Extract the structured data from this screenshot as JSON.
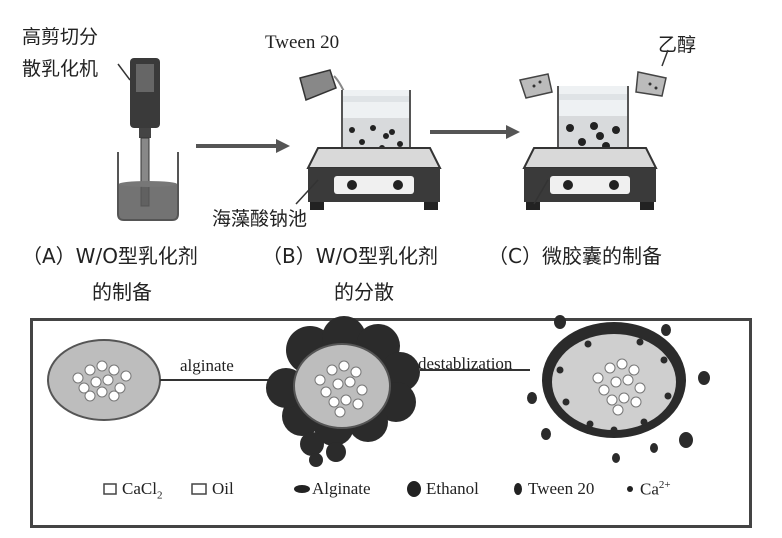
{
  "top": {
    "label_homogenizer_line1": "高剪切分",
    "label_homogenizer_line2": "散乳化机",
    "label_tween": "Tween 20",
    "label_ethanol": "乙醇",
    "label_alginate_pool": "海藻酸钠池",
    "caption_a_line1": "（A）W/O型乳化剂",
    "caption_a_line2": "的制备",
    "caption_b_line1": "（B）W/O型乳化剂",
    "caption_b_line2": "的分散",
    "caption_c_line1": "（C）微胶囊的制备"
  },
  "bottom": {
    "arrow1_label": "alginate",
    "arrow2_label": "destablization",
    "legend": [
      {
        "label": "CaCl",
        "sub": "2",
        "sup": ""
      },
      {
        "label": "Oil",
        "sub": "",
        "sup": ""
      },
      {
        "label": "Alginate",
        "sub": "",
        "sup": ""
      },
      {
        "label": "Ethanol",
        "sub": "",
        "sup": ""
      },
      {
        "label": "Tween 20",
        "sub": "",
        "sup": ""
      },
      {
        "label": "Ca",
        "sub": "",
        "sup": "2+"
      }
    ]
  },
  "colors": {
    "ink": "#222222",
    "gray_light": "#cfcfcf",
    "gray_mid": "#9a9a9a",
    "dark": "#2a2a2a"
  }
}
